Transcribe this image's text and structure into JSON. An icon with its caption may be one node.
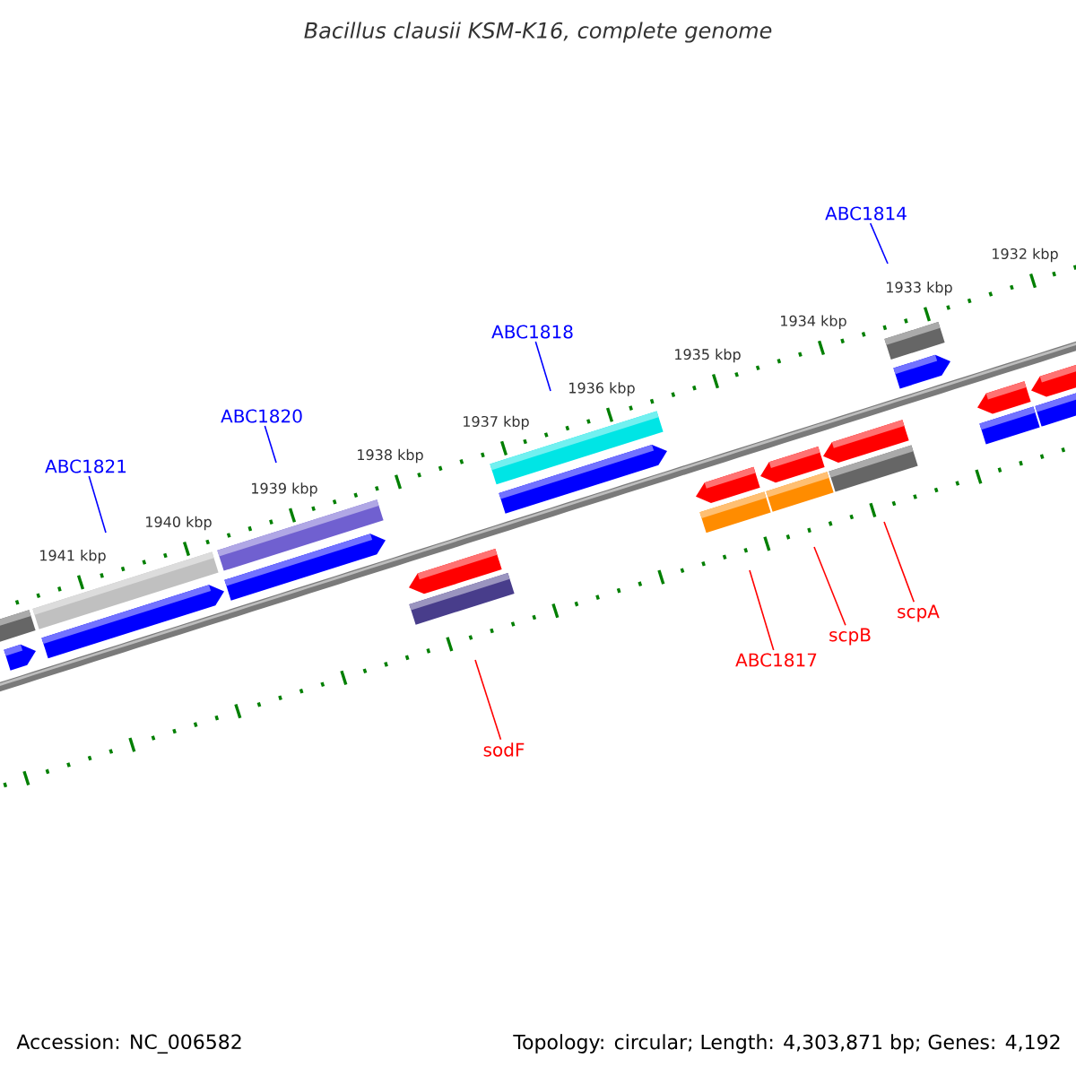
{
  "diagram": {
    "title": "Bacillus clausii KSM-K16, complete genome",
    "nodes": [
      {
        "text": [
          "ABC1814"
        ]
      },
      {
        "text": [
          "ABC1818"
        ]
      },
      {
        "text": [
          "ABC1820"
        ]
      },
      {
        "text": [
          "ABC1821"
        ]
      },
      {
        "text": [
          "scpA"
        ]
      },
      {
        "text": [
          "scpB"
        ]
      },
      {
        "text": [
          "ABC1817"
        ]
      },
      {
        "text": [
          "sodF"
        ]
      }
    ],
    "edges": [
      {
        "from": 0,
        "to": null,
        "arrow": "none",
        "color": "#0000ff"
      },
      {
        "from": 1,
        "to": null,
        "arrow": "none",
        "color": "#0000ff"
      },
      {
        "from": 2,
        "to": null,
        "arrow": "none",
        "color": "#0000ff"
      },
      {
        "from": 3,
        "to": null,
        "arrow": "none",
        "color": "#0000ff"
      },
      {
        "from": 4,
        "to": null,
        "arrow": "none",
        "color": "#ff0000"
      },
      {
        "from": 5,
        "to": null,
        "arrow": "none",
        "color": "#ff0000"
      },
      {
        "from": 6,
        "to": null,
        "arrow": "none",
        "color": "#ff0000"
      },
      {
        "from": 7,
        "to": null,
        "arrow": "none",
        "color": "#ff0000"
      }
    ],
    "labels": [
      "1941 kbp",
      "1940 kbp",
      "1939 kbp",
      "1938 kbp",
      "1937 kbp",
      "1936 kbp",
      "1935 kbp",
      "1934 kbp",
      "1933 kbp",
      "1932 kbp",
      "Accession: NC_006582",
      "Topology: circular; Length: 4,303,871 bp; Genes: 4,192"
    ]
  }
}
